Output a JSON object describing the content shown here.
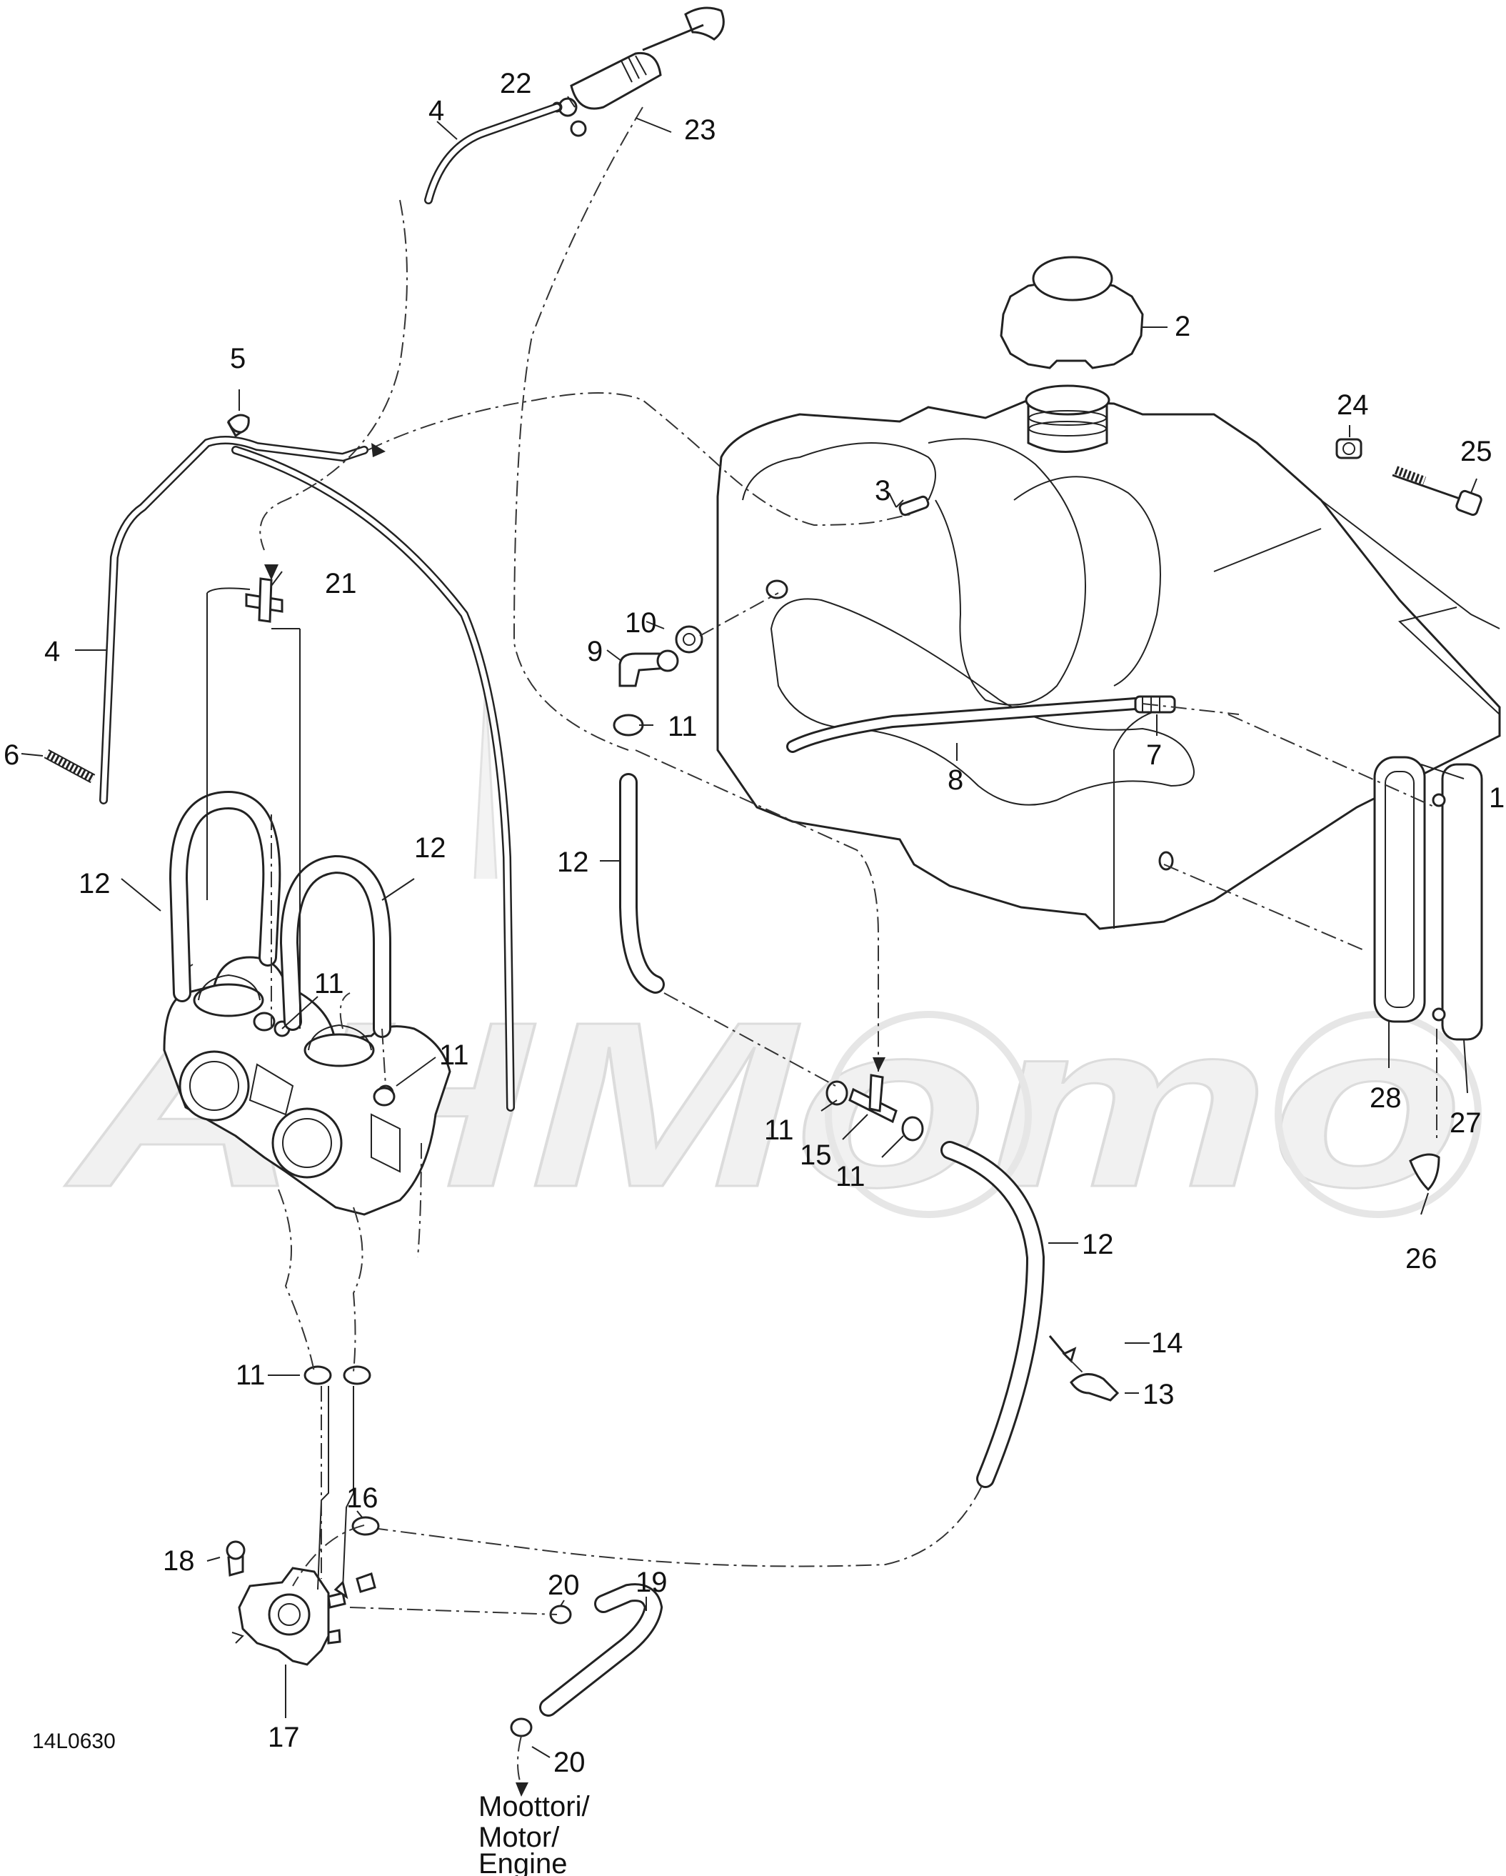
{
  "diagram_code": "14L0630",
  "watermark": "AHMomo",
  "destination_note": [
    "Moottori/",
    "Motor/",
    "Engine"
  ],
  "callouts": [
    {
      "id": "c1",
      "label": "1"
    },
    {
      "id": "c2",
      "label": "2"
    },
    {
      "id": "c3",
      "label": "3"
    },
    {
      "id": "c4a",
      "label": "4"
    },
    {
      "id": "c4b",
      "label": "4"
    },
    {
      "id": "c5",
      "label": "5"
    },
    {
      "id": "c6",
      "label": "6"
    },
    {
      "id": "c7",
      "label": "7"
    },
    {
      "id": "c8",
      "label": "8"
    },
    {
      "id": "c9",
      "label": "9"
    },
    {
      "id": "c10",
      "label": "10"
    },
    {
      "id": "c11a",
      "label": "11"
    },
    {
      "id": "c11b",
      "label": "11"
    },
    {
      "id": "c11c",
      "label": "11"
    },
    {
      "id": "c11d",
      "label": "11"
    },
    {
      "id": "c11e",
      "label": "11"
    },
    {
      "id": "c11f",
      "label": "11"
    },
    {
      "id": "c12a",
      "label": "12"
    },
    {
      "id": "c12b",
      "label": "12"
    },
    {
      "id": "c12c",
      "label": "12"
    },
    {
      "id": "c12d",
      "label": "12"
    },
    {
      "id": "c13",
      "label": "13"
    },
    {
      "id": "c14",
      "label": "14"
    },
    {
      "id": "c15",
      "label": "15"
    },
    {
      "id": "c16",
      "label": "16"
    },
    {
      "id": "c17",
      "label": "17"
    },
    {
      "id": "c18",
      "label": "18"
    },
    {
      "id": "c19",
      "label": "19"
    },
    {
      "id": "c20a",
      "label": "20"
    },
    {
      "id": "c20b",
      "label": "20"
    },
    {
      "id": "c21",
      "label": "21"
    },
    {
      "id": "c22",
      "label": "22"
    },
    {
      "id": "c23",
      "label": "23"
    },
    {
      "id": "c24",
      "label": "24"
    },
    {
      "id": "c25",
      "label": "25"
    },
    {
      "id": "c26",
      "label": "26"
    },
    {
      "id": "c27",
      "label": "27"
    },
    {
      "id": "c28",
      "label": "28"
    }
  ]
}
